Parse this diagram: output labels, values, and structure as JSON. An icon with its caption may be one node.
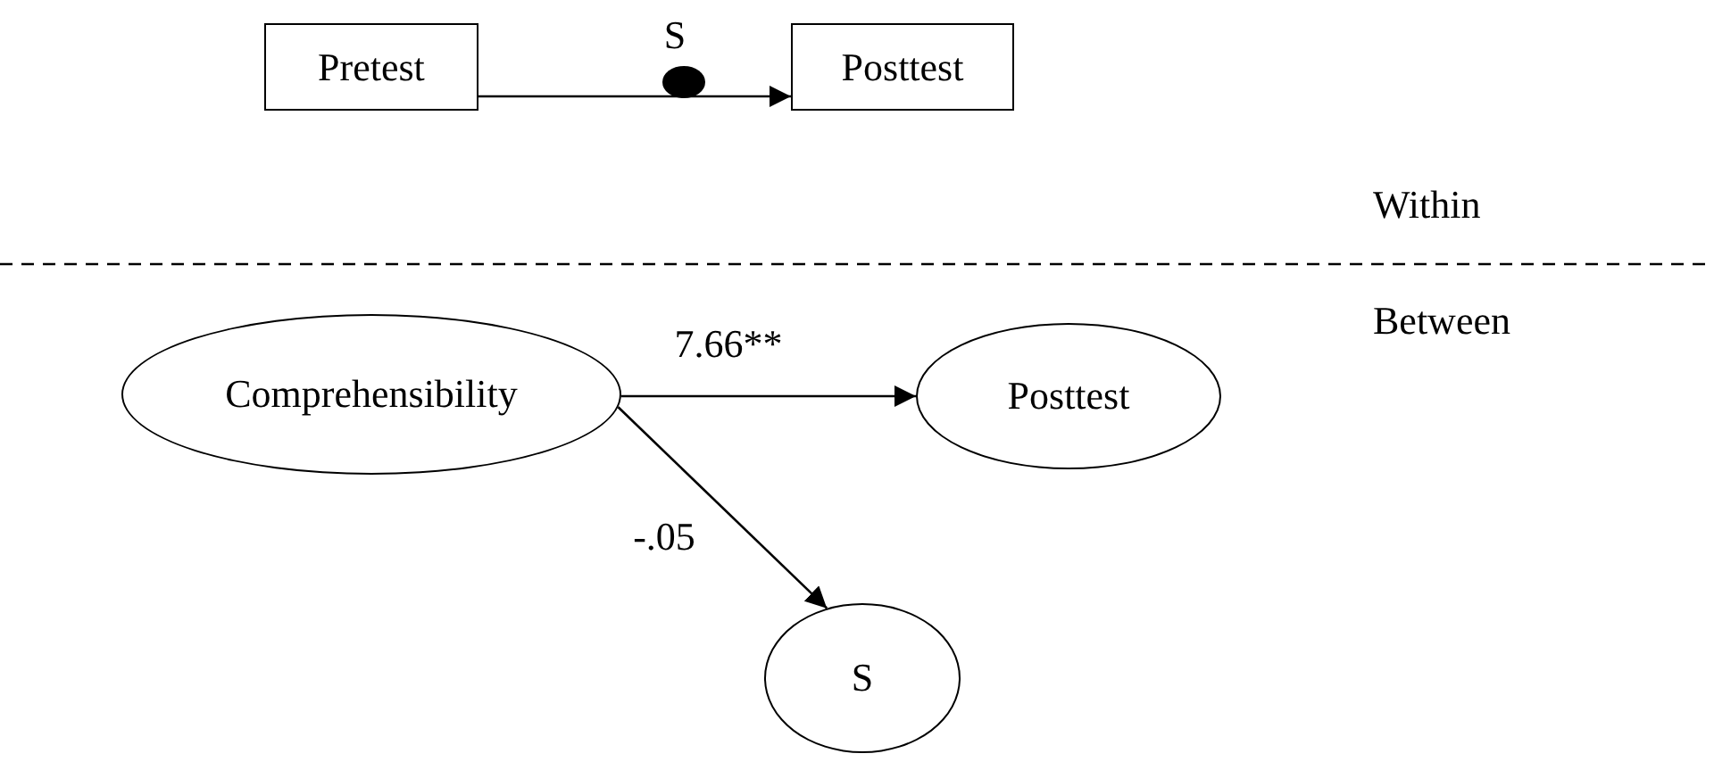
{
  "diagram": {
    "nodes": [
      {
        "text": [
          "Pretest"
        ]
      },
      {
        "text": [
          "Posttest"
        ]
      },
      {
        "text": [
          "Comprehensibility"
        ]
      },
      {
        "text": [
          "Posttest"
        ]
      },
      {
        "text": [
          "S"
        ]
      }
    ],
    "edges": [
      {
        "from": 0,
        "to": 1,
        "arrow": "to",
        "label": "S"
      },
      {
        "from": 2,
        "to": 3,
        "arrow": "to",
        "label": "7.66**"
      },
      {
        "from": 2,
        "to": 4,
        "arrow": "to",
        "label": "-.05"
      }
    ],
    "labels": [
      "Within",
      "Between"
    ]
  }
}
